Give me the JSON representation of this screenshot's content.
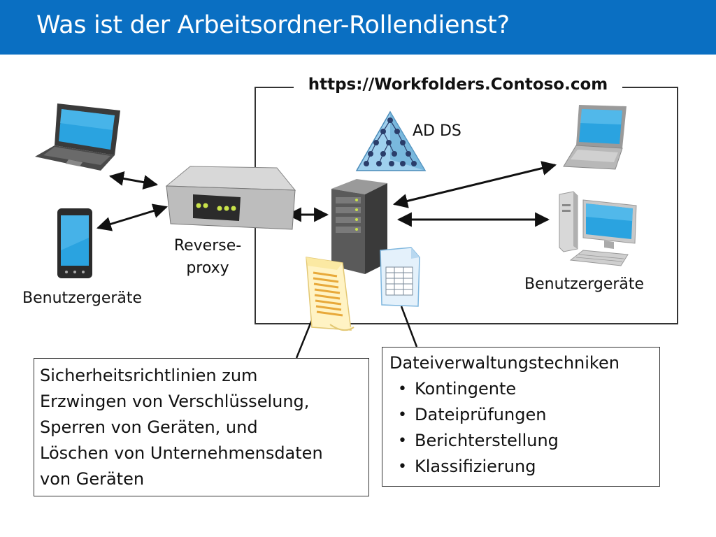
{
  "title": "Was ist der Arbeitsordner-Rollendienst?",
  "diagram": {
    "server_url": "https://Workfolders.Contoso.com",
    "ad_ds_label": "AD DS",
    "reverse_proxy_label_line1": "Reverse-",
    "reverse_proxy_label_line2": "proxy",
    "left_devices_label": "Benutzergeräte",
    "right_devices_label": "Benutzergeräte"
  },
  "security_box": {
    "lines": [
      "Sicherheitsrichtlinien zum",
      "Erzwingen von Verschlüsselung,",
      "Sperren von Geräten, und",
      "Löschen von Unternehmensdaten",
      "von Geräten"
    ]
  },
  "file_mgmt_box": {
    "heading": "Dateiverwaltungstechniken",
    "bullet": "•",
    "items": [
      "Kontingente",
      "Dateiprüfungen",
      "Berichterstellung",
      "Klassifizierung"
    ]
  },
  "colors": {
    "title_bar": "#0a6fc2",
    "title_text": "#ffffff",
    "screen_blue": "#2aa3e0",
    "pyramid_blue": "#6aaed6"
  }
}
